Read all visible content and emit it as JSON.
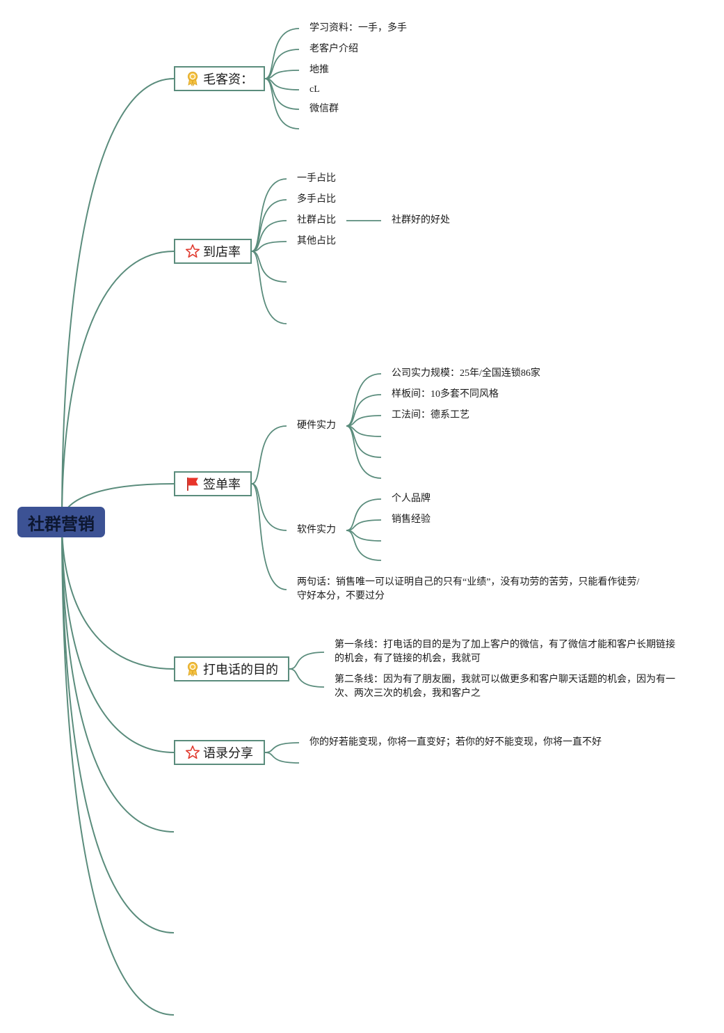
{
  "root": {
    "label": "社群营销",
    "color": "#3c5294"
  },
  "line_color": "#5a8c7c",
  "topics": {
    "maokezi": {
      "label": "毛客资：",
      "icon": "award-ribbon-icon",
      "items": [
        "学习资料：一手，多手",
        "老客户介绍",
        "地推",
        "cL",
        "微信群"
      ]
    },
    "daodian": {
      "label": "到店率",
      "icon": "star-icon",
      "items": [
        "一手占比",
        "多手占比",
        "社群占比",
        "其他占比"
      ],
      "sub": {
        "label": "社群好的好处"
      }
    },
    "qiandan": {
      "label": "签单率",
      "icon": "red-flag-icon",
      "hardware": {
        "label": "硬件实力",
        "items": [
          "公司实力规模：25年/全国连锁86家",
          "样板间：10多套不同风格",
          "工法间：德系工艺"
        ]
      },
      "software": {
        "label": "软件实力",
        "items": [
          "个人品牌",
          "销售经验"
        ]
      },
      "quote": {
        "line1": "两句话：销售唯一可以证明自己的只有“业绩”，没有功劳的苦劳，只能看作徒劳/",
        "line2": "守好本分，不要过分"
      }
    },
    "dadianhua": {
      "label": "打电话的目的",
      "icon": "award-ribbon-icon",
      "line1": {
        "a": "第一条线：打电话的目的是为了加上客户的微信，有了微信才能和客户长期链接",
        "b": "的机会，有了链接的机会，我就可"
      },
      "line2": {
        "a": "第二条线：因为有了朋友圈，我就可以做更多和客户聊天话题的机会，因为有一",
        "b": "次、两次三次的机会，我和客户之"
      }
    },
    "yulu": {
      "label": "语录分享",
      "icon": "star-icon",
      "items": [
        "你的好若能变现，你将一直变好；若你的好不能变现，你将一直不好"
      ]
    }
  }
}
